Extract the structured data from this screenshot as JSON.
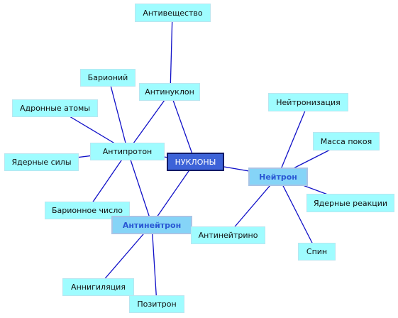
{
  "colors": {
    "node_fill": "#9ffcff",
    "center_fill": "#3d63d8",
    "hub_fill": "#85d4f7",
    "link": "#1010c8"
  },
  "nodes": {
    "nuklony": "НУКЛОНЫ",
    "antiveshchestvo": "Антивещество",
    "barioniy": "Барионий",
    "antinuklon": "Антинуклон",
    "adronnye_atomy": "Адронные атомы",
    "antiproton": "Антипротон",
    "yadernye_sily": "Ядерные силы",
    "barionnoe_chislo": "Барионное число",
    "antineytron": "Антинейтрон",
    "annigilyatsiya": "Аннигиляция",
    "pozitron": "Позитрон",
    "antineytrino": "Антинейтрино",
    "neytron": "Нейтрон",
    "neytronizatsiya": "Нейтронизация",
    "massa_pokoya": "Масса покоя",
    "yadernye_reaktsii": "Ядерные реакции",
    "spin": "Спин"
  }
}
